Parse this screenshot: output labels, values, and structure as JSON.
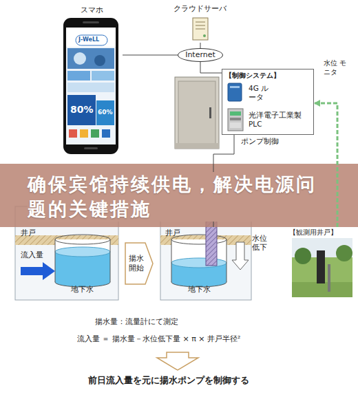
{
  "diagram": {
    "title": "确保宾馆持续供电，解决电源问题的关键措施",
    "nodes": [
      {
        "text": [
          "スマホ"
        ]
      },
      {
        "text": [
          "クラウドサーバ"
        ]
      },
      {
        "text": [
          "Internet"
        ]
      },
      {
        "text": [
          "【制御システム】"
        ]
      },
      {
        "text": [
          "4G ルータ"
        ],
        "in": 3
      },
      {
        "text": [
          "光洋電子工業製 PLC"
        ],
        "in": 3
      },
      {
        "text": [
          "井戸",
          "地下水"
        ]
      },
      {
        "text": [
          "揚水 開始"
        ]
      },
      {
        "text": [
          "井戸",
          "地下水"
        ]
      },
      {
        "text": [
          "【観測用井戸】"
        ]
      }
    ],
    "edges": [
      {
        "from": 0,
        "to": 2,
        "arrow": "none"
      },
      {
        "from": 1,
        "to": 2,
        "arrow": "none"
      },
      {
        "from": 2,
        "to": 3,
        "arrow": "none"
      },
      {
        "from": 3,
        "to": 8,
        "label": "ポンプ制御",
        "arrow": "none"
      },
      {
        "from": 9,
        "to": 3,
        "label": "水位 モニタ",
        "arrow": "to"
      }
    ],
    "labels": [
      "J-WeLL",
      "80%",
      "60%",
      "流入量",
      "水位 低下",
      "揚水量：流量計にて測定",
      "流入量 ＝ 揚水量－水位低下量 × π × 井戸半径²",
      "前日流入量を元に揚水ポンプを制御する"
    ]
  }
}
